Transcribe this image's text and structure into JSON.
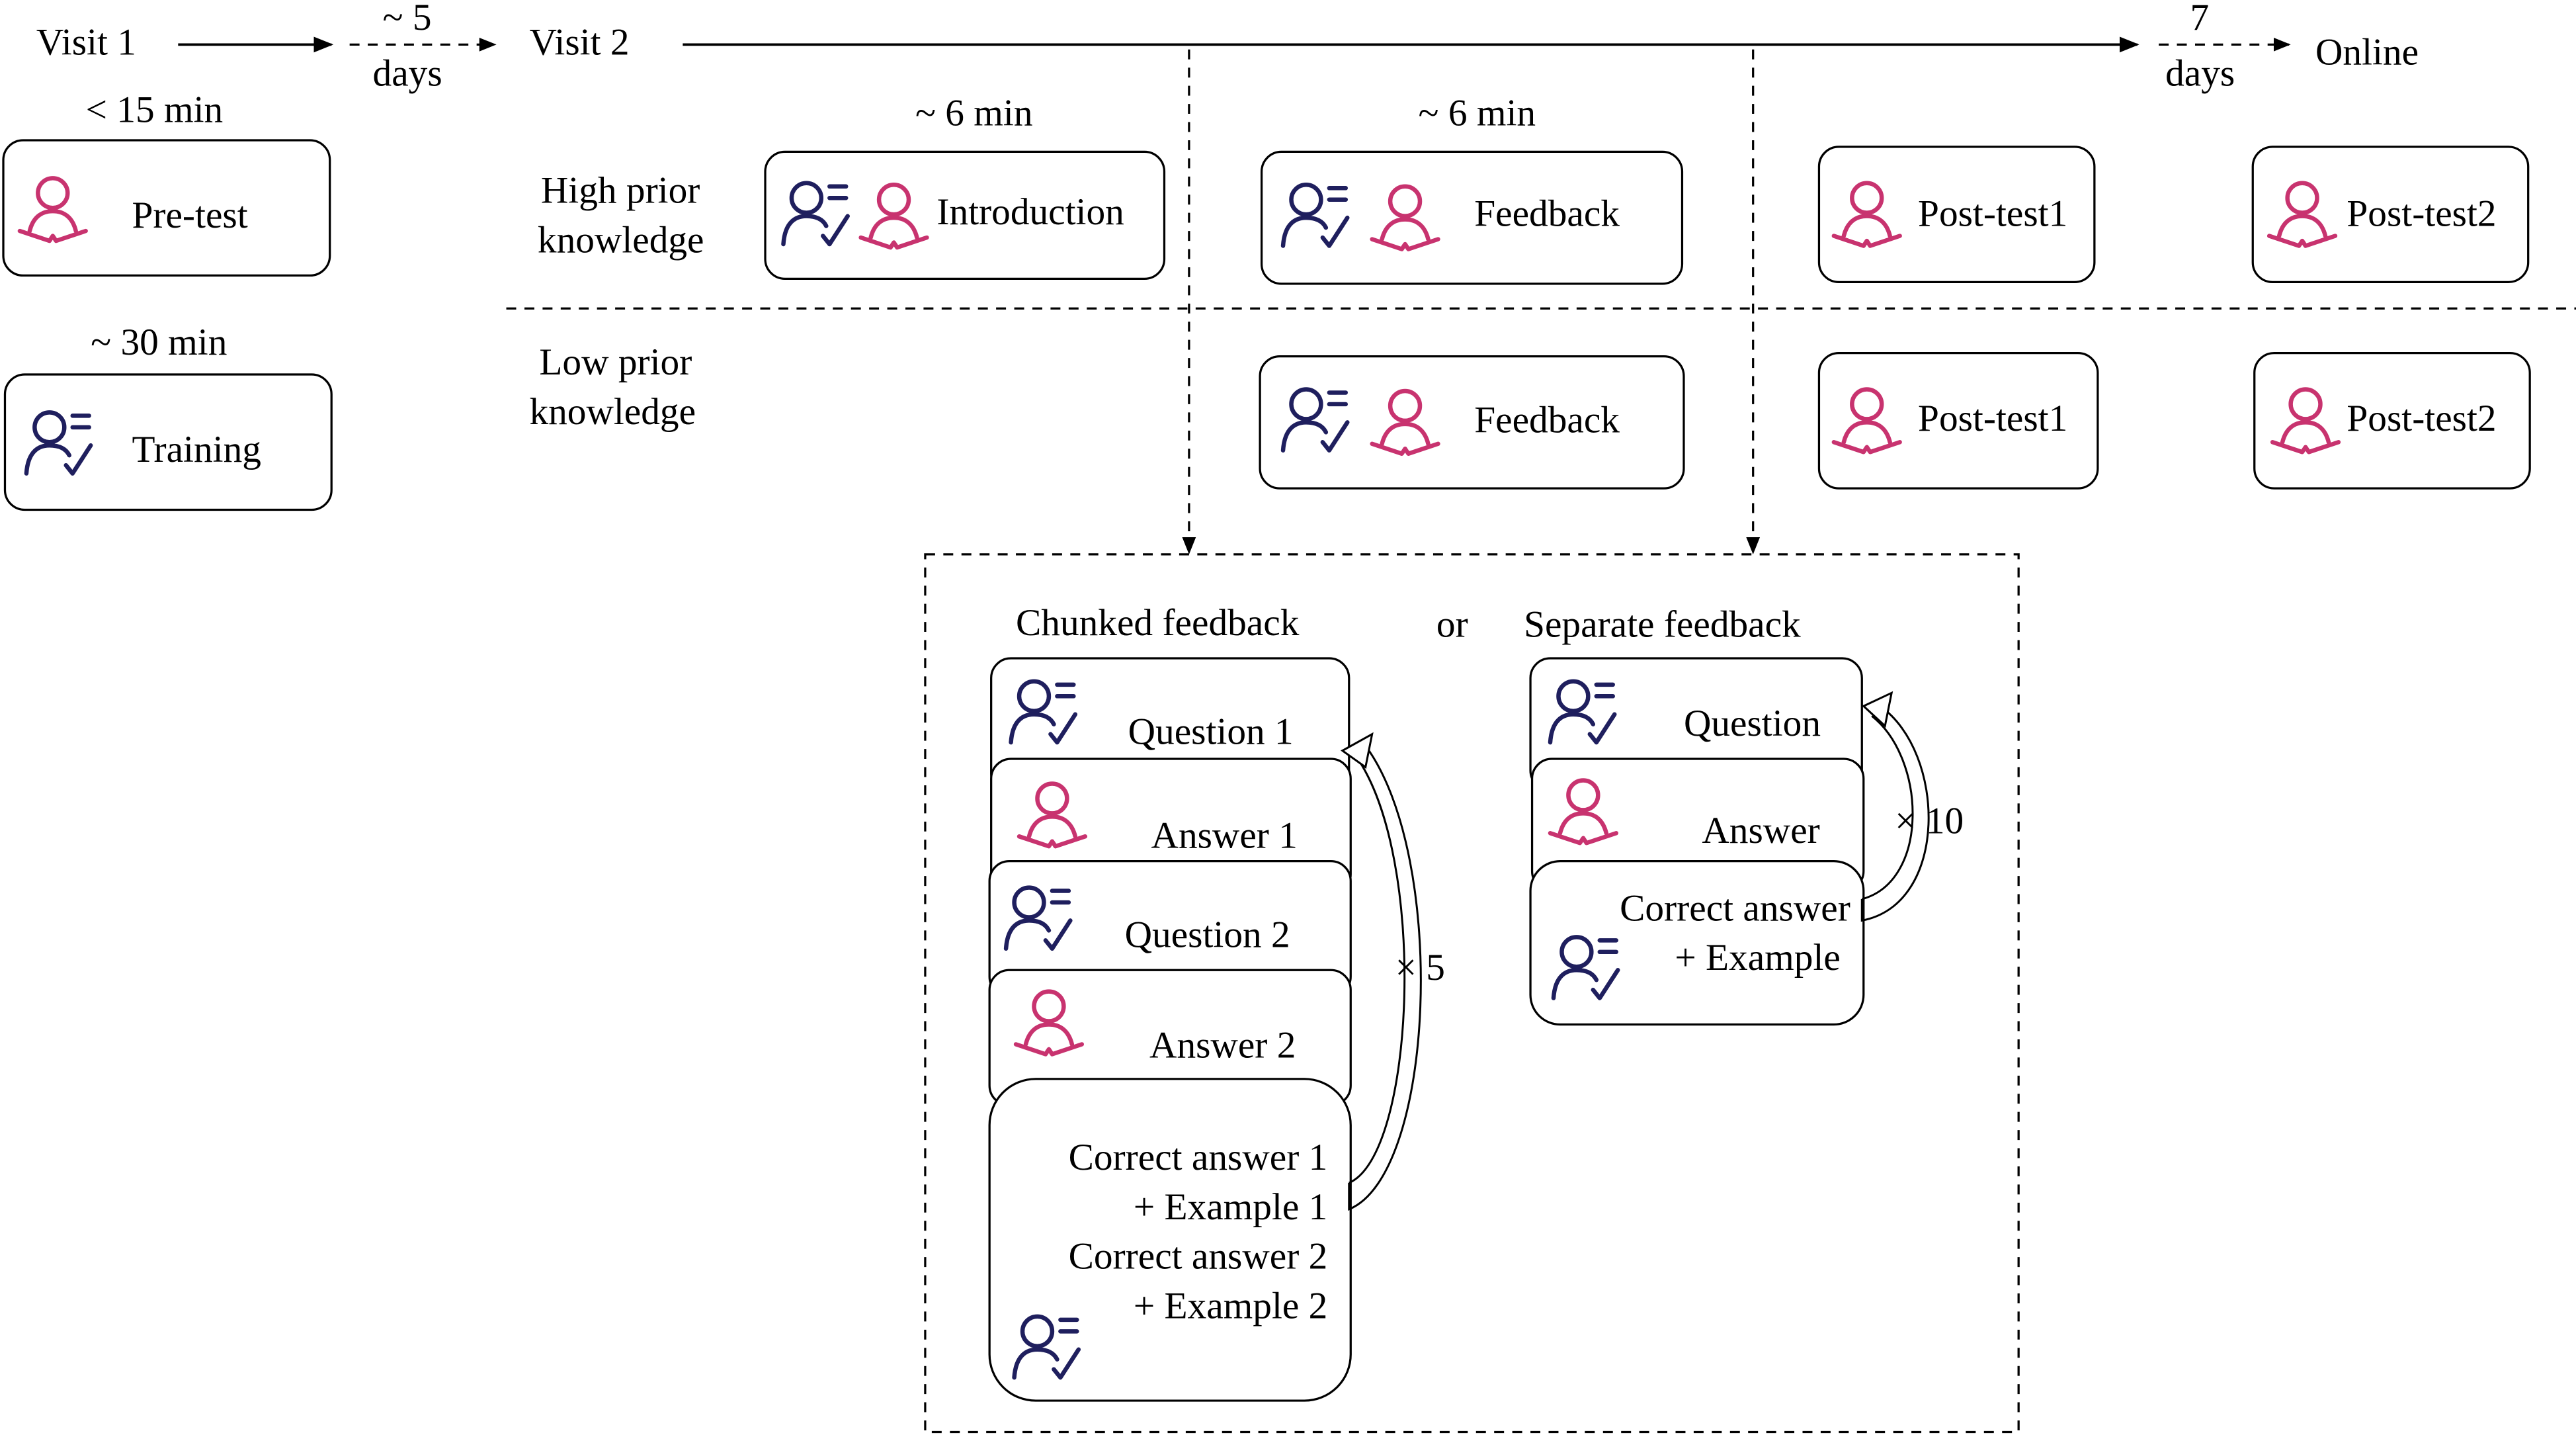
{
  "timeline": {
    "visit1": "Visit 1",
    "gap1_top": "~ 5",
    "gap1_bottom": "days",
    "visit2": "Visit 2",
    "gap2_top": "7",
    "gap2_bottom": "days",
    "online": "Online"
  },
  "visit1": {
    "pretest_duration": "< 15 min",
    "pretest_label": "Pre-test",
    "training_duration": "~ 30 min",
    "training_label": "Training"
  },
  "rows": {
    "high_line1": "High prior",
    "high_line2": "knowledge",
    "low_line1": "Low prior",
    "low_line2": "knowledge"
  },
  "visit2": {
    "intro_duration": "~ 6 min",
    "intro_label": "Introduction",
    "feedback_duration": "~ 6 min",
    "feedback_label": "Feedback",
    "posttest1_label": "Post-test1",
    "posttest2_label": "Post-test2"
  },
  "detail": {
    "chunked_title": "Chunked feedback",
    "or": "or",
    "separate_title": "Separate feedback",
    "question1": "Question 1",
    "answer1": "Answer 1",
    "question2": "Question 2",
    "answer2": "Answer 2",
    "correct1": "Correct answer 1",
    "example1": "+ Example 1",
    "correct2": "Correct answer 2",
    "example2": "+ Example 2",
    "repeat_chunked": "× 5",
    "question": "Question",
    "answer": "Answer",
    "correct": "Correct answer",
    "example": "+ Example",
    "repeat_separate": "× 10"
  },
  "colors": {
    "instructor_icon": "#1f1f5e",
    "learner_icon": "#c8336f"
  }
}
